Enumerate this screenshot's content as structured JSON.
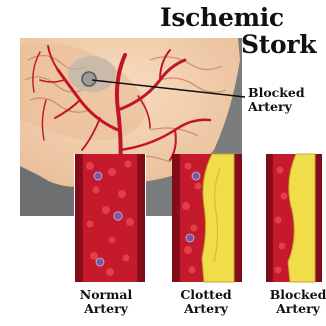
{
  "title": {
    "line1": "Ischemic",
    "line2": "Stork"
  },
  "callout": {
    "line1": "Blocked",
    "line2": "Artery"
  },
  "panels": [
    {
      "line1": "Normal",
      "line2": "Artery"
    },
    {
      "line1": "Clotted",
      "line2": "Artery"
    },
    {
      "line1": "Blocked",
      "line2": "Artery"
    }
  ],
  "colors": {
    "artery_wall": "#9a1020",
    "blood_lumen": "#c51a2b",
    "red_cell": "#e0404c",
    "white_cell": "#7a5a9c",
    "plaque": "#f1dc4a",
    "brain_tissue": "#f2d0ad",
    "background_panel": "#7b7c7e"
  }
}
